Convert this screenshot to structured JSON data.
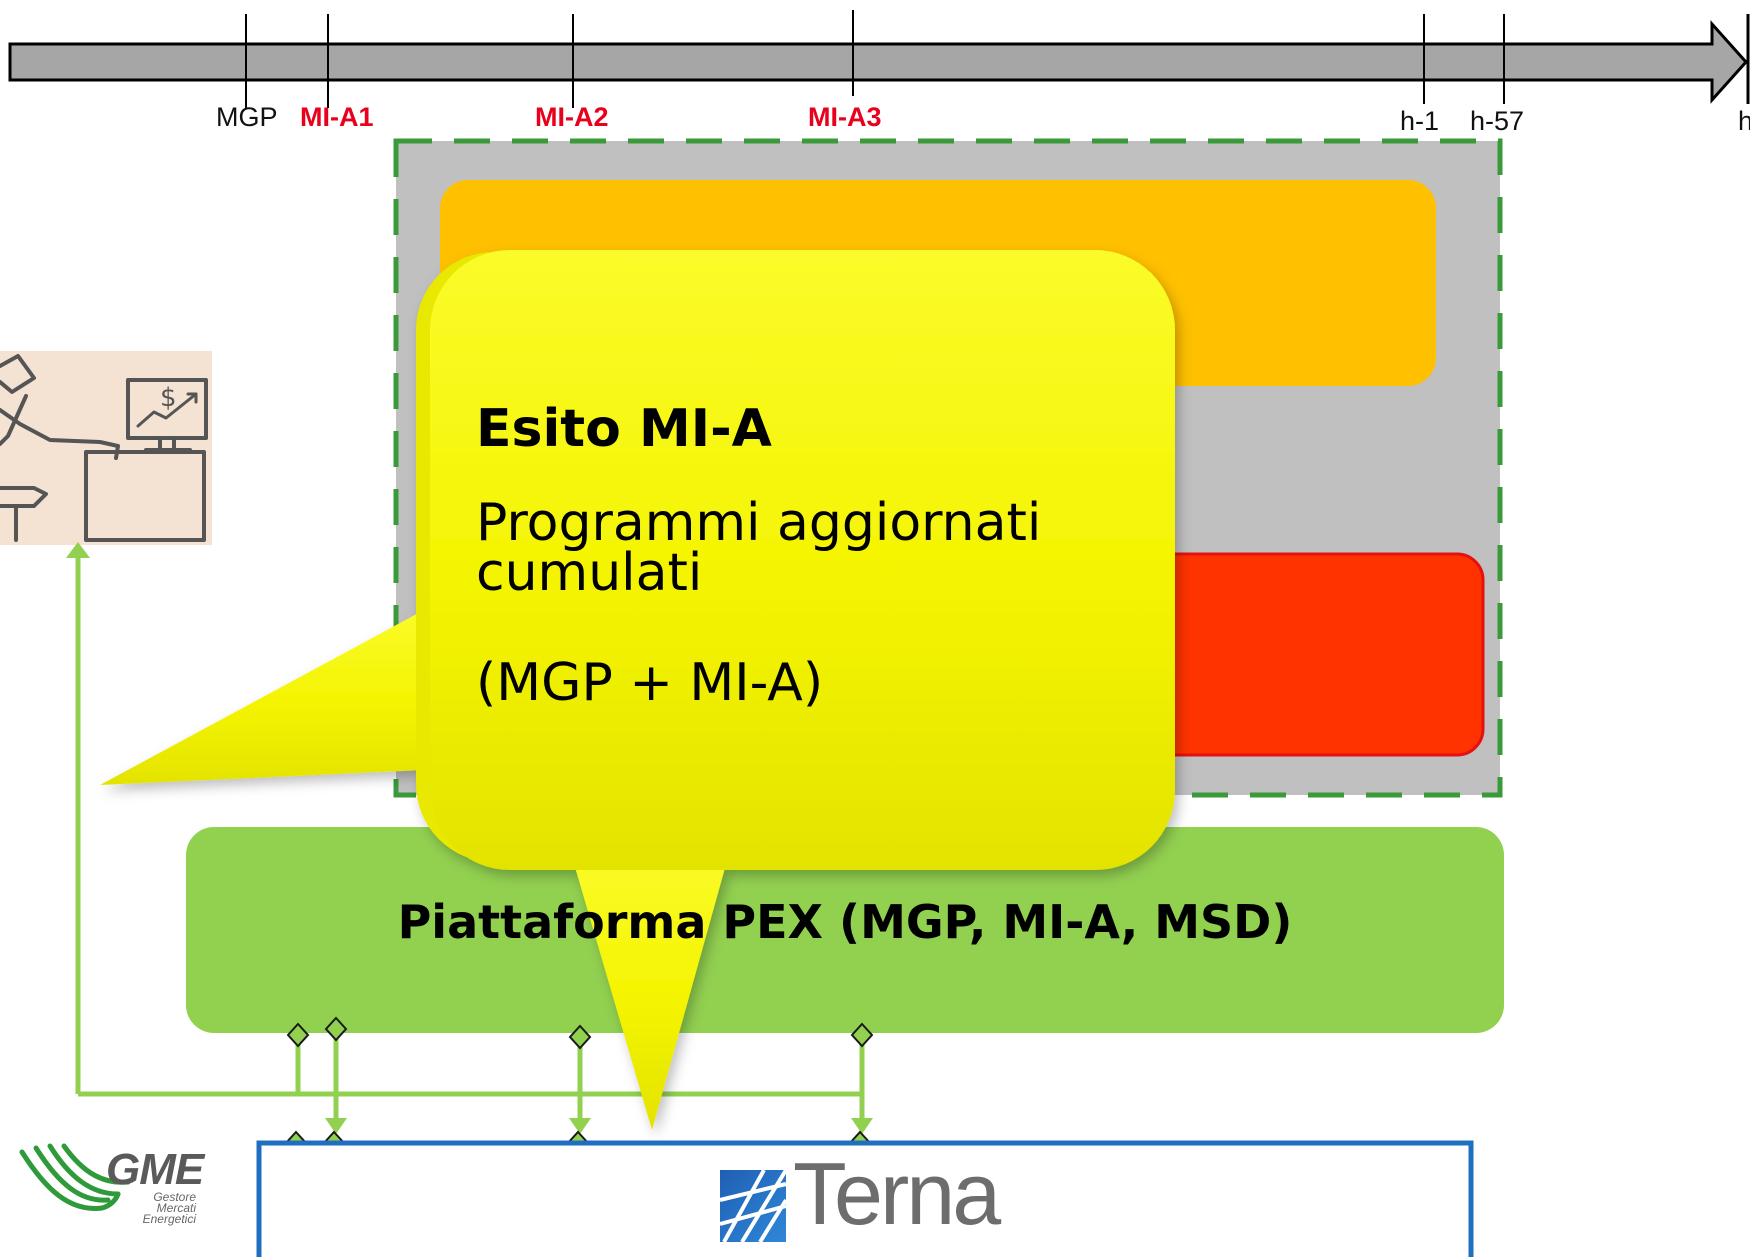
{
  "timeline": {
    "labels": [
      {
        "text": "MGP",
        "style": "black"
      },
      {
        "text": "MI-A1",
        "style": "red"
      },
      {
        "text": "MI-A2",
        "style": "red"
      },
      {
        "text": "MI-A3",
        "style": "red"
      },
      {
        "text": "h-1",
        "style": "black"
      },
      {
        "text": "h-57",
        "style": "black"
      },
      {
        "text": "h",
        "style": "black"
      }
    ]
  },
  "callout": {
    "title": "Esito MI-A",
    "line1": "Programmi aggiornati cumulati",
    "line2": "(MGP + MI-A)"
  },
  "platform": {
    "label": "Piattaforma PEX (MGP, MI-A, MSD)"
  },
  "logos": {
    "gme": {
      "name": "GME",
      "subtitle": [
        "Gestore",
        "Mercati",
        "Energetici"
      ]
    },
    "terna": {
      "name": "Terna"
    }
  },
  "colors": {
    "timeline_fill": "#a6a6a6",
    "orange_box": "#ffc000",
    "red_box": "#ff3300",
    "dashed_border": "#3a9a3a",
    "platform_green": "#92d050",
    "callout_yellow": "#f7f700",
    "terna_border": "#1f6fc0"
  }
}
